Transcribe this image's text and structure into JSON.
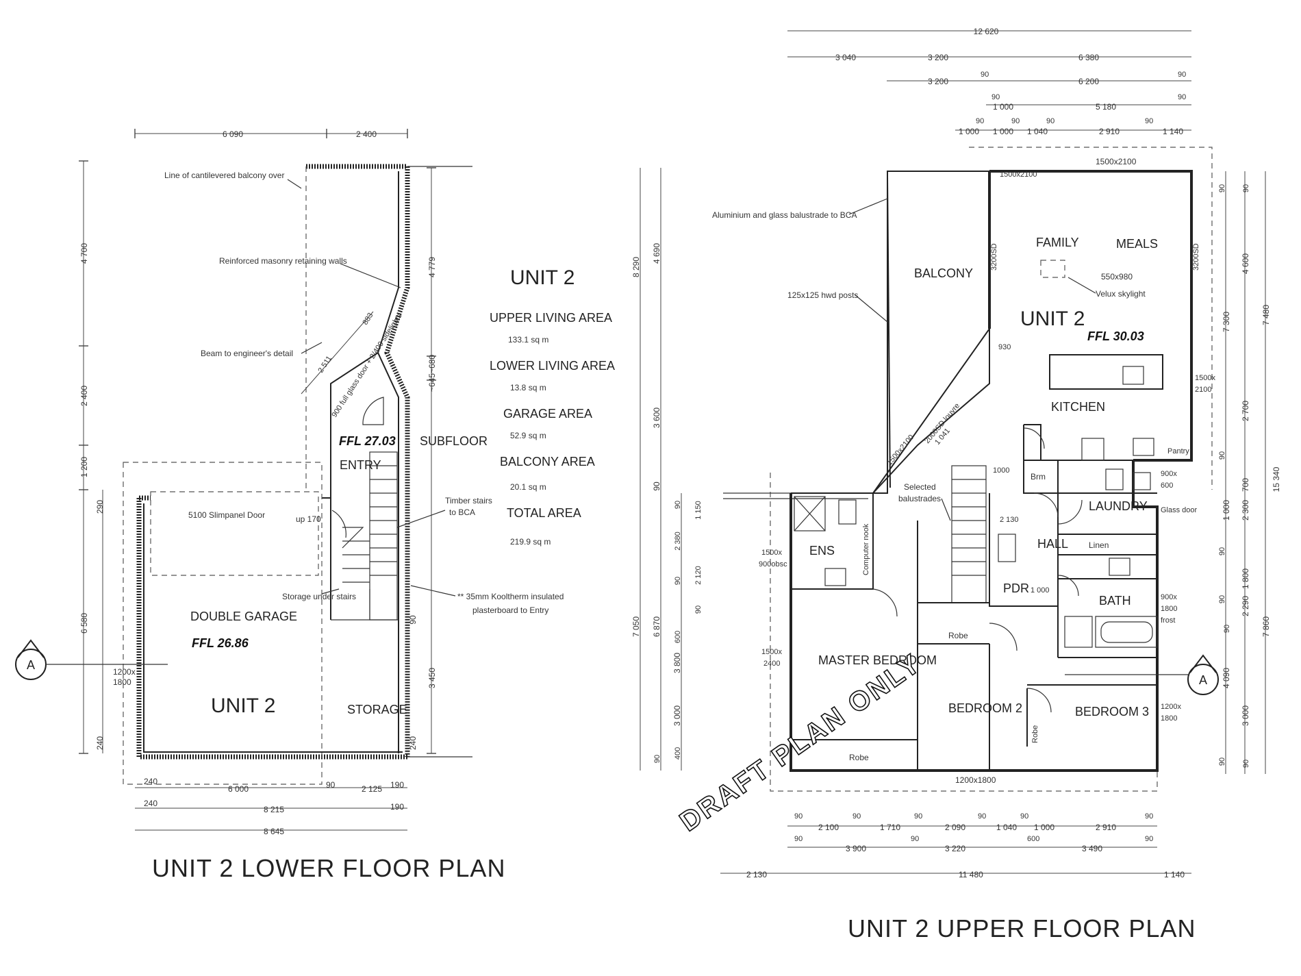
{
  "lower": {
    "title": "UNIT 2 LOWER  FLOOR  PLAN",
    "unit_label": "UNIT 2",
    "garage_label": "DOUBLE GARAGE",
    "ffl_garage": "FFL 26.86",
    "ffl_entry": "FFL 27.03",
    "entry_label": "ENTRY",
    "subfloor_label": "SUBFLOOR",
    "storage_label": "STORAGE",
    "door_label": "5100 Slimpanel Door",
    "up_label": "up 170",
    "window_label_1": "1200x",
    "window_label_2": "1800",
    "glass_door_label": "900 full glass door + 2/400 sidelights",
    "notes": {
      "balcony_line": "Line of cantilevered balcony over",
      "retaining": "Reinforced masonry retaining walls",
      "beam": "Beam to engineer's detail",
      "storage_under": "Storage under stairs",
      "stairs_1": "Timber stairs",
      "stairs_2": "to BCA",
      "kooltherm_1": "** 35mm Kooltherm insulated",
      "kooltherm_2": "plasterboard to Entry"
    },
    "dims": {
      "top_1": "6 090",
      "top_2": "2 400",
      "left_1": "4 700",
      "left_2": "2 400",
      "left_3": "1 200",
      "left_4": "6 580",
      "left_290": "290",
      "left_240": "240",
      "right_1": "4 779",
      "right_2": "~645~680",
      "right_3": "3 450",
      "right_90": "90",
      "right_240": "240",
      "diag_1": "883",
      "diag_2": "2 511",
      "bot_240a": "240",
      "bot_6000": "6 000",
      "bot_90": "90",
      "bot_2125": "2 125",
      "bot_190a": "190",
      "bot_240b": "240",
      "bot_8215": "8 215",
      "bot_190b": "190",
      "bot_8645": "8 645"
    }
  },
  "areas": {
    "heading": "UNIT 2",
    "items": [
      {
        "label": "UPPER LIVING AREA",
        "value": "133.1 sq m"
      },
      {
        "label": "LOWER LIVING AREA",
        "value": "13.8 sq m"
      },
      {
        "label": "GARAGE AREA",
        "value": "52.9 sq m"
      },
      {
        "label": "BALCONY AREA",
        "value": "20.1 sq m"
      },
      {
        "label": "TOTAL AREA",
        "value": "219.9 sq m"
      }
    ]
  },
  "upper": {
    "title": "UNIT 2 UPPER  FLOOR  PLAN",
    "unit_label": "UNIT 2",
    "ffl": "FFL 30.03",
    "draft": "DRAFT PLAN ONLY",
    "rooms": {
      "balcony": "BALCONY",
      "family": "FAMILY",
      "meals": "MEALS",
      "kitchen": "KITCHEN",
      "pantry": "Pantry",
      "laundry": "LAUNDRY",
      "linen": "Linen",
      "hall": "HALL",
      "brm": "Brm",
      "ens": "ENS",
      "pdr": "PDR",
      "bath": "BATH",
      "master": "MASTER BEDROOM",
      "bed2": "BEDROOM 2",
      "bed3": "BEDROOM 3",
      "robe": "Robe",
      "computer": "Computer nook"
    },
    "notes": {
      "balustrade": "Aluminium and glass balustrade to BCA",
      "posts": "125x125 hwd posts",
      "selected_1": "Selected",
      "selected_2": "balustrades",
      "skylight_1": "550x980",
      "skylight_2": "Velux skylight",
      "louvre": "2000SD louvre",
      "sd_1500": "1500x2100",
      "glass_door": "Glass door"
    },
    "windows": {
      "top": "1500x2100",
      "left": "3200SD",
      "right": "3200SD",
      "right2_1": "1500x",
      "right2_2": "2100",
      "laundry_1": "900x",
      "laundry_2": "600",
      "bath_1": "900x",
      "bath_2": "1800",
      "bath_3": "frost",
      "bed3_1": "1200x",
      "bed3_2": "1800",
      "ens_1": "1500x",
      "ens_2": "900obsc",
      "master_1": "1500x",
      "master_2": "2400",
      "bottom": "1200x1800",
      "d930": "930",
      "d1000a": "1000",
      "d1000b": "1 000",
      "d2130": "2 130",
      "d1041": "1 041"
    },
    "dims": {
      "top_total": "12 620",
      "r2": [
        "3 040",
        "3 200",
        "6 380"
      ],
      "r3": [
        "3 200",
        "90",
        "6 200",
        "90"
      ],
      "r4": [
        "90",
        "1 000",
        "5 180",
        "90"
      ],
      "r5": [
        "1 000",
        "90",
        "1 000",
        "90",
        "1 040",
        "90",
        "2 910",
        "90",
        "1 140"
      ],
      "left_outer": [
        "4 690",
        "3 600",
        "90",
        "7 050"
      ],
      "left_8290": "8 290",
      "left_inner": [
        "90",
        "1 150",
        "2 380",
        "90",
        "2 120",
        "90",
        "6 870",
        "600",
        "3 800",
        "3 000",
        "90",
        "400"
      ],
      "right_outer": [
        "7 480",
        "15 340",
        "7 860"
      ],
      "right_mid": [
        "4 600",
        "7 300",
        "2 700",
        "700",
        "2 300",
        "1 800",
        "2 290",
        "90",
        "4 090",
        "3 000",
        "90"
      ],
      "right_inner": [
        "90",
        "90",
        "1 000",
        "90",
        "90",
        "90",
        "90"
      ],
      "bot_r1": [
        "90",
        "2 100",
        "90",
        "1 710",
        "90",
        "2 090",
        "90",
        "1 040",
        "90",
        "1 000",
        "2 910",
        "90"
      ],
      "bot_r2": [
        "90",
        "3 900",
        "90",
        "3 220",
        "600",
        "3 490",
        "90"
      ],
      "bot_r3": [
        "2 130",
        "11 480",
        "1 140"
      ]
    },
    "section_marker": "A"
  },
  "section_marker_lower": "A"
}
